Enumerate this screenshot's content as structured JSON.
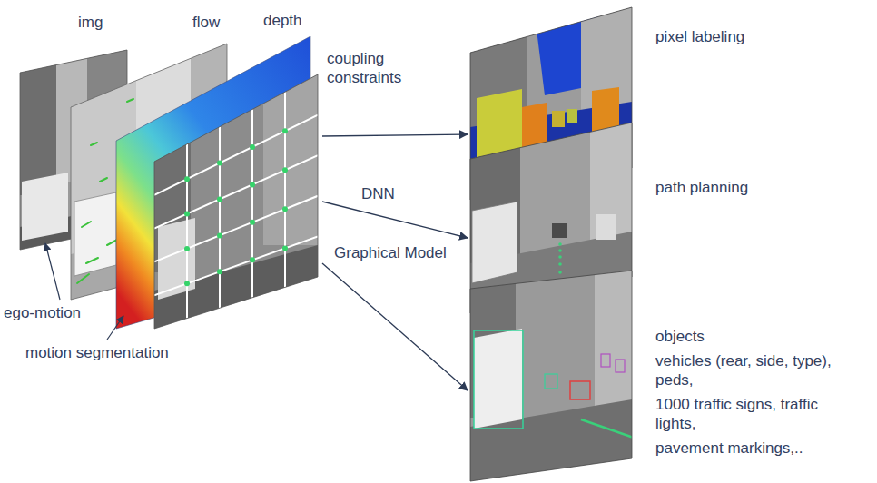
{
  "diagram": {
    "nodes": [
      {
        "text": [
          "img",
          "flow",
          "depth",
          "coupling constraints"
        ]
      },
      {
        "text": [
          "pixel labeling"
        ]
      },
      {
        "text": [
          "path planning"
        ]
      },
      {
        "text": [
          "objects",
          "vehicles (rear, side, type), peds,",
          "1000 traffic signs, traffic lights,",
          "pavement markings,.."
        ]
      }
    ],
    "edges": [
      {
        "from": 0,
        "to": 1,
        "arrow": "to"
      },
      {
        "from": 0,
        "to": 2,
        "label": "DNN",
        "arrow": "to"
      },
      {
        "from": 0,
        "to": 3,
        "label": "Graphical Model",
        "arrow": "to"
      }
    ],
    "labels": [
      "ego-motion",
      "motion segmentation"
    ]
  }
}
